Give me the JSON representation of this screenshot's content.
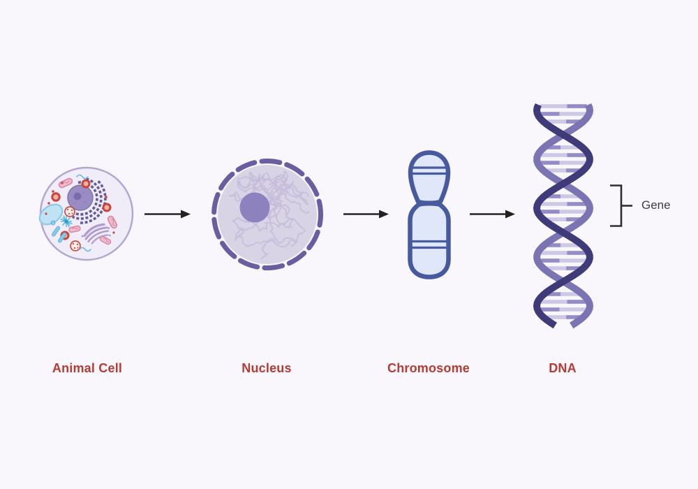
{
  "diagram": {
    "description": "Hierarchy from animal cell to gene",
    "stages": [
      {
        "label": "Animal Cell",
        "illustration": "animal-cell-icon"
      },
      {
        "label": "Nucleus",
        "illustration": "nucleus-icon"
      },
      {
        "label": "Chromosome",
        "illustration": "chromosome-icon"
      },
      {
        "label": "DNA",
        "illustration": "dna-helix-icon"
      }
    ],
    "arrow_count": 3,
    "annotation": {
      "label": "Gene",
      "marker": "bracket"
    }
  },
  "colors": {
    "background": "#f9f6fc",
    "label_red": "#b73a33",
    "gene_text": "#3e3e3e",
    "arrow": "#222222",
    "cell_membrane": "#b3a7d2",
    "cell_fill": "#f0edf8",
    "nucleus_fill": "#d9d4e5",
    "nucleus_dash": "#6b5da0",
    "nucleolus": "#8d82bd",
    "chromatin": "#c5bdda",
    "chromosome_fill": "#dfe7f8",
    "chromosome_stroke": "#47599f",
    "dna_dark": "#3e3b78",
    "dna_light": "#7b74b2",
    "dna_rung_light": "#cdc8e6",
    "dna_rung_dark": "#938cc6",
    "bracket": "#2e2e2e"
  }
}
